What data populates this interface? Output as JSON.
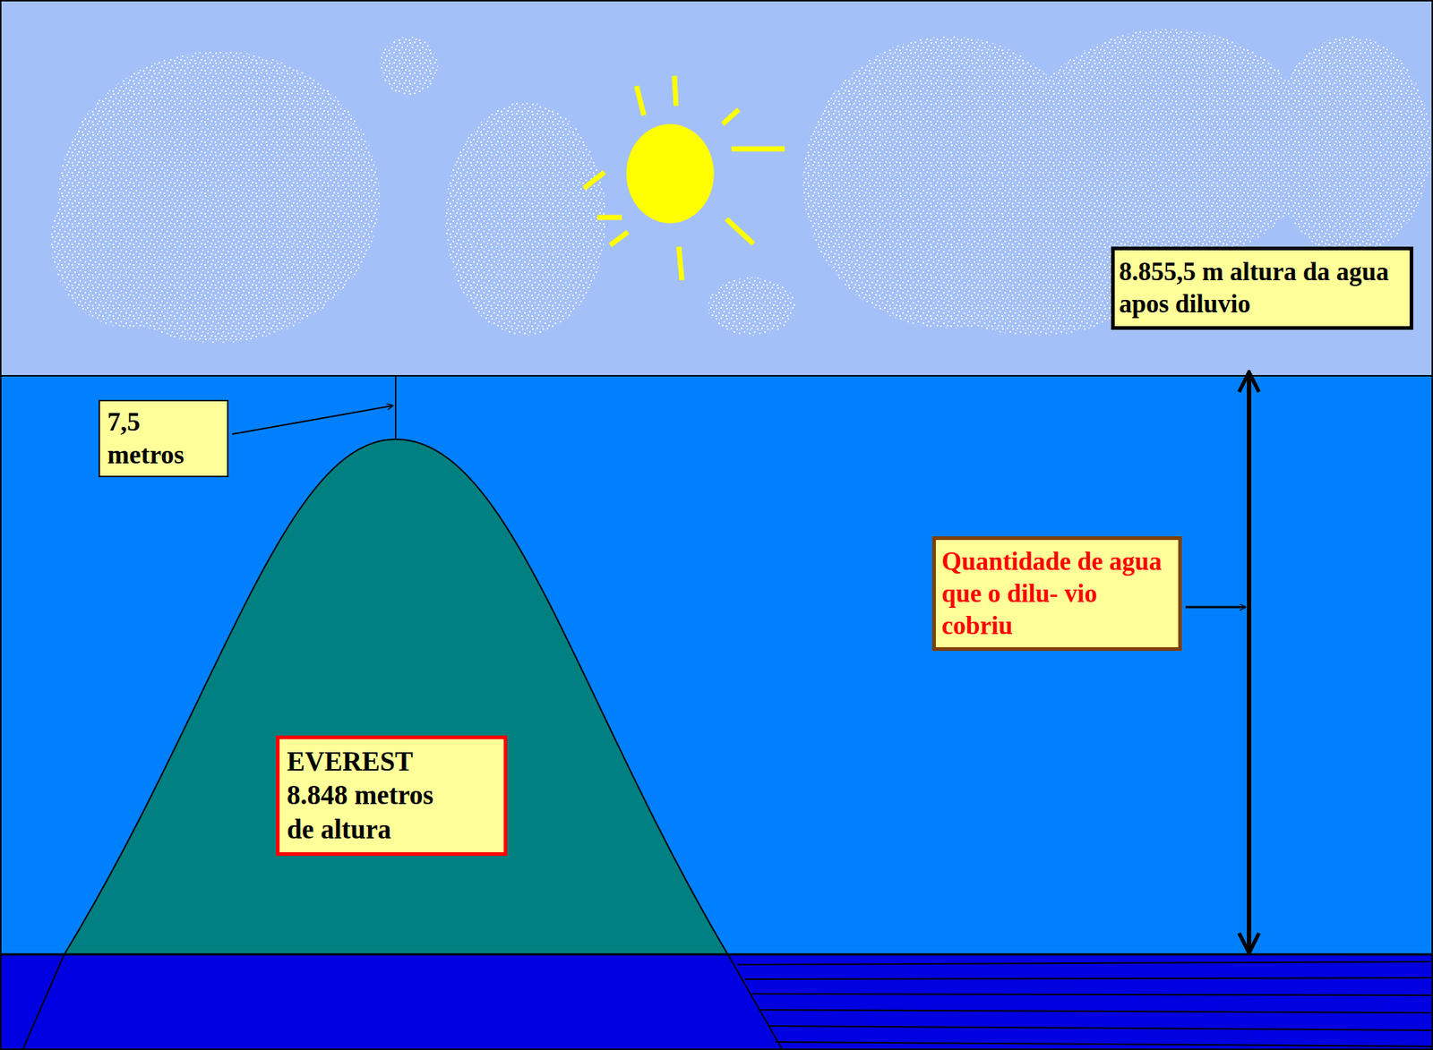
{
  "diagram": {
    "nodes": [
      {
        "text": [
          "7,5 metros"
        ]
      },
      {
        "text": [
          "EVEREST 8.848 metros de altura"
        ]
      },
      {
        "text": [
          "Quantidade de agua que o dilu- vio cobriu"
        ]
      },
      {
        "text": [
          "8.855,5 m altura da agua apos diluvio"
        ]
      }
    ]
  }
}
